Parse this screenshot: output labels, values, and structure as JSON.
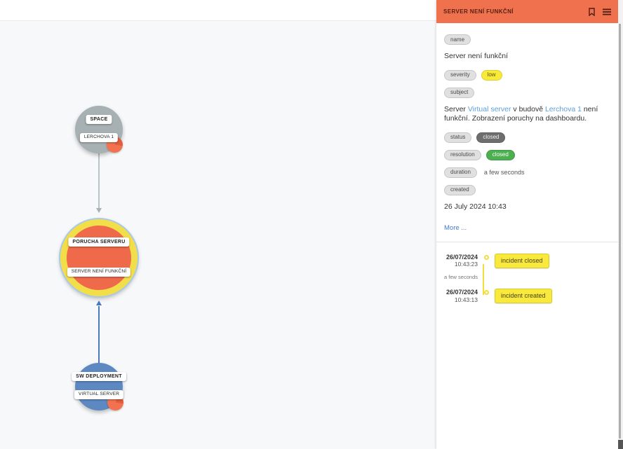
{
  "graph": {
    "nodes": [
      {
        "id": "space",
        "type_label": "SPACE",
        "name_label": "LERCHOVA 1"
      },
      {
        "id": "incident",
        "type_label": "PORUCHA SERVERU",
        "name_label": "SERVER NENÍ FUNKČNÍ"
      },
      {
        "id": "deployment",
        "type_label": "SW DEPLOYMENT",
        "name_label": "VIRTUAL SERVER"
      }
    ],
    "node_colors": {
      "space": "#a7b0b2",
      "incident": "#ee6a4b",
      "incident_ring": "#f2de48",
      "incident_outer_ring": "#aac9e9",
      "deployment": "#5d88c2",
      "count_badge": "#f2714e"
    }
  },
  "panel": {
    "title": "SERVER NENÍ FUNKČNÍ",
    "header_color": "#f0714d",
    "icons": [
      "bookmark-icon",
      "menu-icon"
    ],
    "fields": {
      "name_label": "name",
      "name_value": "Server není funkční",
      "severity_label": "severity",
      "severity_value": "low",
      "subject_label": "subject",
      "subject_t1": "Server ",
      "subject_link1": "Virtual server",
      "subject_t2": " v budově ",
      "subject_link2": "Lerchova 1",
      "subject_t3": " není funkční. Zobrazení poruchy na dashboardu.",
      "status_label": "status",
      "status_value": "closed",
      "resolution_label": "resolution",
      "resolution_value": "closed",
      "duration_label": "duration",
      "duration_value": "a few seconds",
      "created_label": "created",
      "created_value": "26 July 2024 10:43",
      "more_link": "More ..."
    },
    "badge_colors": {
      "severity_low": "#f9ea3a",
      "status_closed": "#6e6e6e",
      "resolution_closed": "#4caf50"
    },
    "timeline": [
      {
        "date": "26/07/2024",
        "time": "10:43:23",
        "label": "incident closed",
        "gap": "a few seconds"
      },
      {
        "date": "26/07/2024",
        "time": "10:43:13",
        "label": "incident created",
        "gap": ""
      }
    ]
  }
}
